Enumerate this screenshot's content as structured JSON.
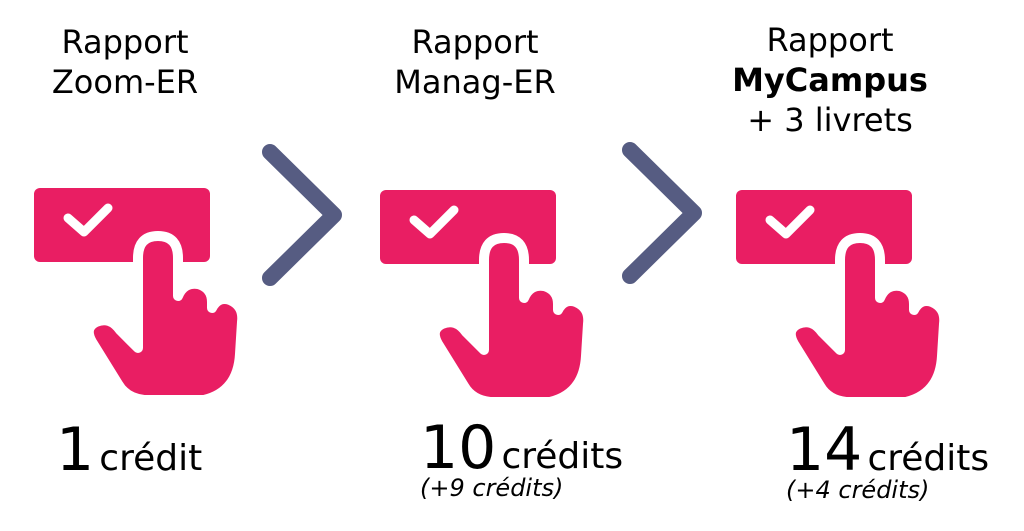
{
  "steps": [
    {
      "title_line1": "Rapport",
      "title_line2": "Zoom-ER",
      "title_line3": "",
      "credit_number": "1",
      "credit_unit": "crédit",
      "credit_delta": ""
    },
    {
      "title_line1": "Rapport",
      "title_line2": "Manag-ER",
      "title_line3": "",
      "credit_number": "10",
      "credit_unit": "crédits",
      "credit_delta": "(+9 crédits)"
    },
    {
      "title_line1": "Rapport",
      "title_line2": "MyCampus",
      "title_line3": "+ 3 livrets",
      "credit_number": "14",
      "credit_unit": "crédits",
      "credit_delta": "(+4 crédits)"
    }
  ],
  "colors": {
    "accent": "#e91e63",
    "arrow": "#565c82",
    "text": "#000000",
    "background": "#ffffff"
  },
  "icons": {
    "step": "hand-pointer-check-icon",
    "separator": "chevron-right-icon"
  }
}
